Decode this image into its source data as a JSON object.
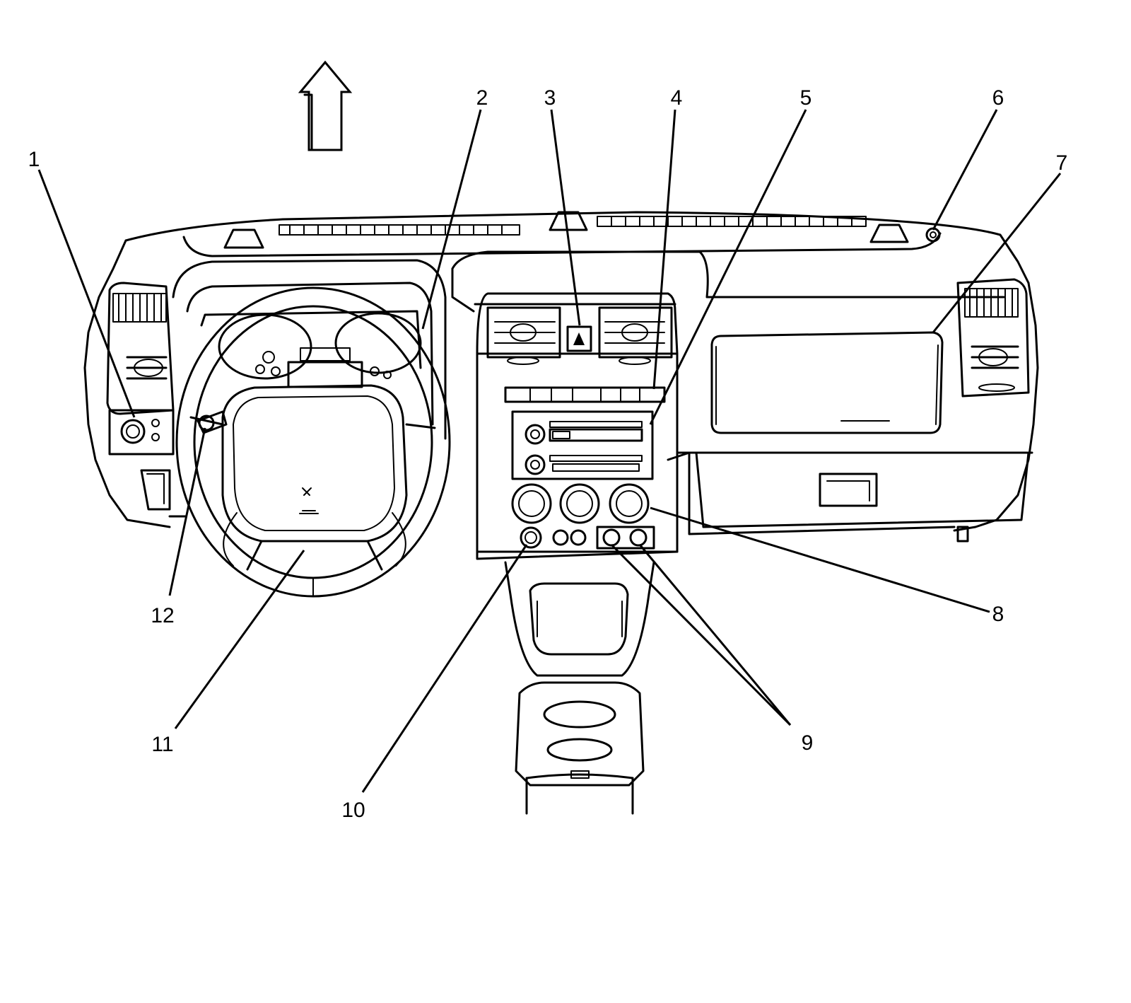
{
  "callouts": [
    {
      "id": "1",
      "label": "1"
    },
    {
      "id": "2",
      "label": "2"
    },
    {
      "id": "3",
      "label": "3"
    },
    {
      "id": "4",
      "label": "4"
    },
    {
      "id": "5",
      "label": "5"
    },
    {
      "id": "6",
      "label": "6"
    },
    {
      "id": "7",
      "label": "7"
    },
    {
      "id": "8",
      "label": "8"
    },
    {
      "id": "9",
      "label": "9"
    },
    {
      "id": "10",
      "label": "10"
    },
    {
      "id": "11",
      "label": "11"
    },
    {
      "id": "12",
      "label": "12"
    }
  ],
  "colors": {
    "line": "#000000",
    "background": "#ffffff"
  },
  "icons": {
    "direction": "up-arrow-icon",
    "hazard": "triangle-warning-icon"
  }
}
